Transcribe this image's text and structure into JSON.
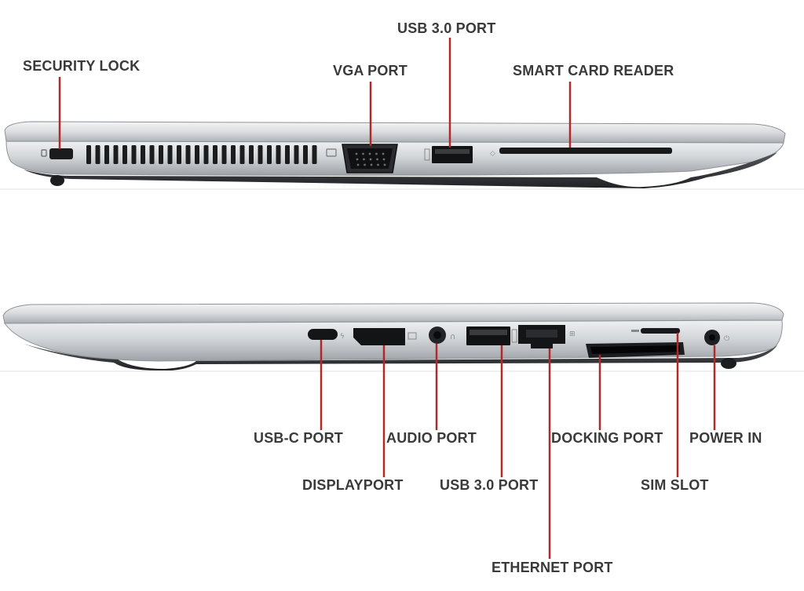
{
  "colors": {
    "leader_line": "#b02a2a",
    "label_text": "#3a3a3a",
    "chassis_light": "#e6e7e9",
    "chassis_mid": "#b9bcc0",
    "chassis_dark": "#3c3f44",
    "port_black": "#1a1b1d"
  },
  "top_view": {
    "labels": {
      "security_lock": "SECURITY LOCK",
      "vga_port": "VGA PORT",
      "usb_port": "USB 3.0 PORT",
      "smart_card_reader": "SMART CARD READER"
    }
  },
  "bottom_view": {
    "labels": {
      "usb_c_port": "USB-C PORT",
      "displayport": "DISPLAYPORT",
      "audio_port": "AUDIO PORT",
      "usb_port": "USB 3.0 PORT",
      "ethernet_port": "ETHERNET PORT",
      "docking_port": "DOCKING PORT",
      "sim_slot": "SIM SLOT",
      "power_in": "POWER IN"
    }
  }
}
